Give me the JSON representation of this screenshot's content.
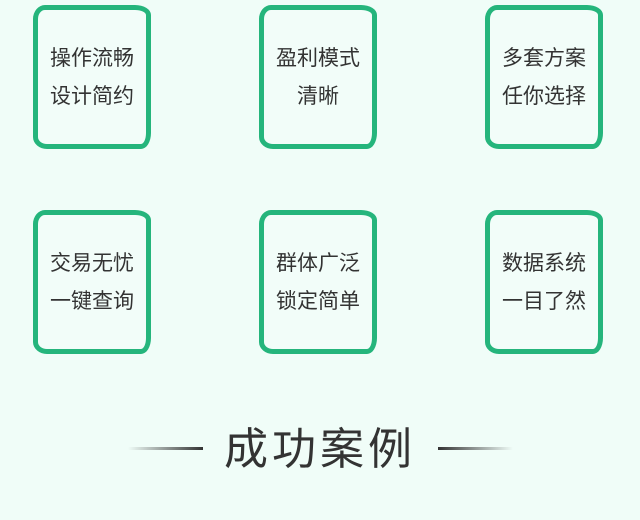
{
  "features": [
    {
      "line1": "操作流畅",
      "line2": "设计简约"
    },
    {
      "line1": "盈利模式",
      "line2": "清晰"
    },
    {
      "line1": "多套方案",
      "line2": "任你选择"
    },
    {
      "line1": "交易无忧",
      "line2": "一键查询"
    },
    {
      "line1": "群体广泛",
      "line2": "锁定简单"
    },
    {
      "line1": "数据系统",
      "line2": "一目了然"
    }
  ],
  "section_title": "成功案例",
  "colors": {
    "border": "#25b57c",
    "background": "#f0fdf8"
  }
}
